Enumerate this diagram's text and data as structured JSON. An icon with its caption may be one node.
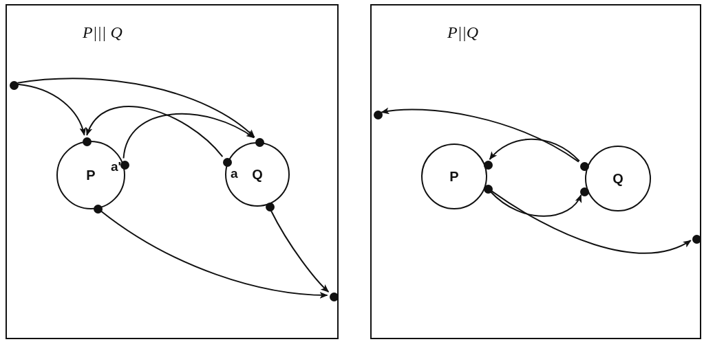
{
  "diagram": {
    "nodes": [
      {
        "text": [
          "P||| Q"
        ]
      },
      {
        "text": [],
        "shape": "dot",
        "in": 0
      },
      {
        "text": [
          "P"
        ],
        "in": 0
      },
      {
        "text": [],
        "shape": "dot",
        "in": 0
      },
      {
        "text": [],
        "shape": "dot",
        "in": 0,
        "beside": [
          "a'"
        ]
      },
      {
        "text": [],
        "shape": "dot",
        "in": 0
      },
      {
        "text": [
          "Q"
        ],
        "in": 0
      },
      {
        "text": [],
        "shape": "dot",
        "in": 0
      },
      {
        "text": [],
        "shape": "dot",
        "in": 0,
        "beside": [
          "a"
        ]
      },
      {
        "text": [],
        "shape": "dot",
        "in": 0
      },
      {
        "text": [],
        "shape": "dot",
        "in": 0
      },
      {
        "text": [
          "P||Q"
        ]
      },
      {
        "text": [],
        "shape": "dot",
        "in": 11
      },
      {
        "text": [
          "P"
        ],
        "in": 11
      },
      {
        "text": [],
        "shape": "dot",
        "in": 11
      },
      {
        "text": [],
        "shape": "dot",
        "in": 11
      },
      {
        "text": [
          "Q"
        ],
        "in": 11
      },
      {
        "text": [],
        "shape": "dot",
        "in": 11
      },
      {
        "text": [],
        "shape": "dot",
        "in": 11
      },
      {
        "text": [],
        "shape": "dot",
        "in": 11
      }
    ],
    "edges": [
      {
        "from": 1,
        "to": 3,
        "arrow": "to"
      },
      {
        "from": 1,
        "to": 7,
        "arrow": "to"
      },
      {
        "from": 8,
        "to": 3,
        "arrow": "to"
      },
      {
        "from": 4,
        "to": 7,
        "arrow": "to"
      },
      {
        "from": 5,
        "to": 10,
        "arrow": "to"
      },
      {
        "from": 9,
        "to": 10,
        "arrow": "to"
      },
      {
        "from": 17,
        "to": 12,
        "arrow": "to"
      },
      {
        "from": 17,
        "to": 14,
        "arrow": "to"
      },
      {
        "from": 15,
        "to": 18,
        "arrow": "to"
      },
      {
        "from": 15,
        "to": 19,
        "arrow": "to"
      }
    ]
  }
}
